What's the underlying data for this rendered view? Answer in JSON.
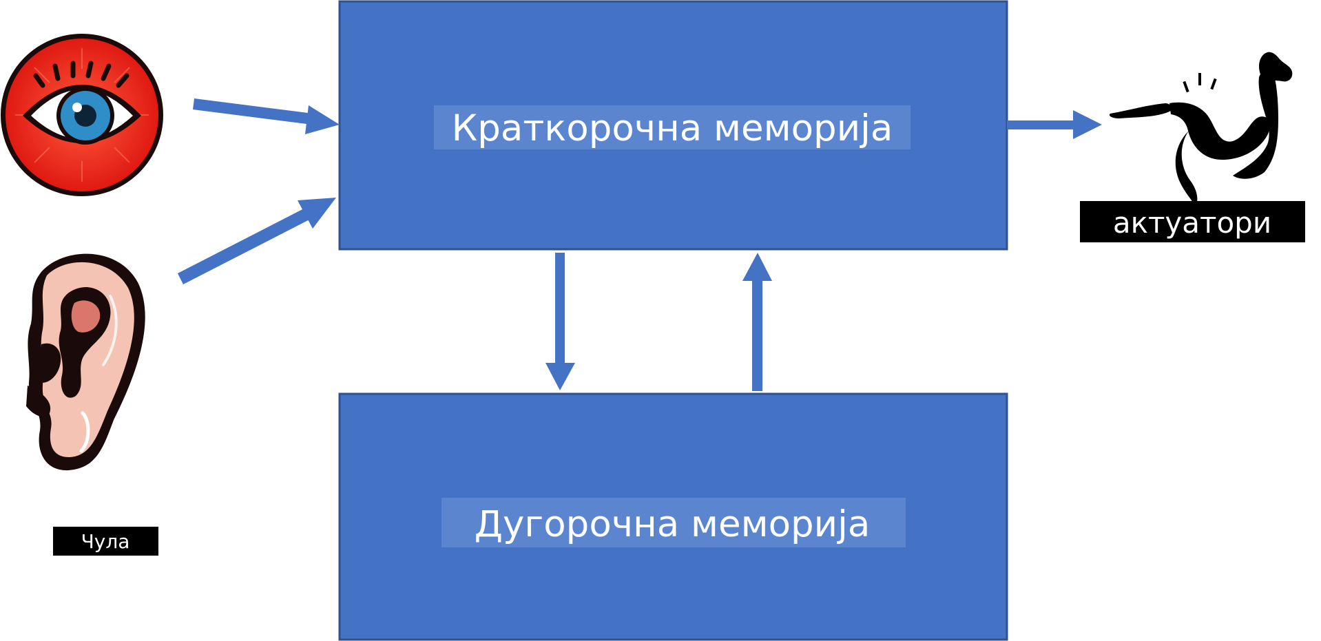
{
  "diagram": {
    "short_term_memory": {
      "label": "Краткорочна меморија"
    },
    "long_term_memory": {
      "label": "Дугорочна меморија"
    },
    "senses": {
      "label": "Чула"
    },
    "actuators": {
      "label": "актуатори"
    },
    "icons": [
      "eye-icon",
      "ear-icon",
      "flexed-arm-icon"
    ],
    "colors": {
      "box_fill": "#4472c4",
      "box_stroke": "#2f528f",
      "label_band": "#5b86cf",
      "arrow": "#4472c4",
      "tag_bg": "#000000",
      "tag_text": "#ffffff"
    },
    "connections": [
      {
        "from": "eye-icon",
        "to": "short_term_memory"
      },
      {
        "from": "ear-icon",
        "to": "short_term_memory"
      },
      {
        "from": "short_term_memory",
        "to": "long_term_memory"
      },
      {
        "from": "long_term_memory",
        "to": "short_term_memory"
      },
      {
        "from": "short_term_memory",
        "to": "actuators"
      }
    ]
  }
}
